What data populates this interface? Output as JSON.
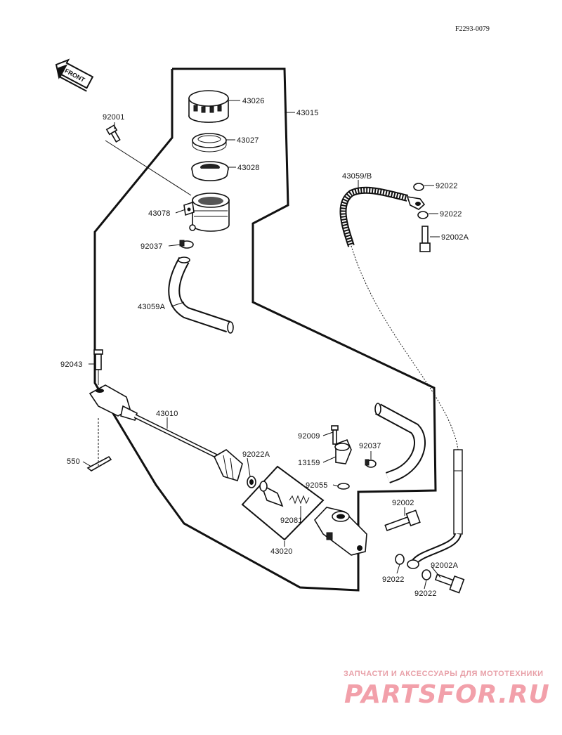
{
  "diagram_code": "F2293-0079",
  "front_label": "FRONT",
  "watermark": {
    "tagline": "ЗАПЧАСТИ И АКСЕССУАРЫ ДЛЯ МОТОТЕХНИКИ",
    "brand": "PARTSFOR.RU"
  },
  "parts": {
    "p43026": "43026",
    "p43015": "43015",
    "p92001": "92001",
    "p43027": "43027",
    "p43028": "43028",
    "p43078": "43078",
    "p92037a": "92037",
    "p43059A": "43059A",
    "p43059B": "43059/B",
    "p92022a": "92022",
    "p92022b": "92022",
    "p92002A_a": "92002A",
    "p92043": "92043",
    "p43010": "43010",
    "p550": "550",
    "p92009": "92009",
    "p92037b": "92037",
    "p13159": "13159",
    "p92022A": "92022A",
    "p92055": "92055",
    "p92081": "92081",
    "p43020": "43020",
    "p92002": "92002",
    "p92022c": "92022",
    "p92002A_b": "92002A",
    "p92022d": "92022"
  }
}
